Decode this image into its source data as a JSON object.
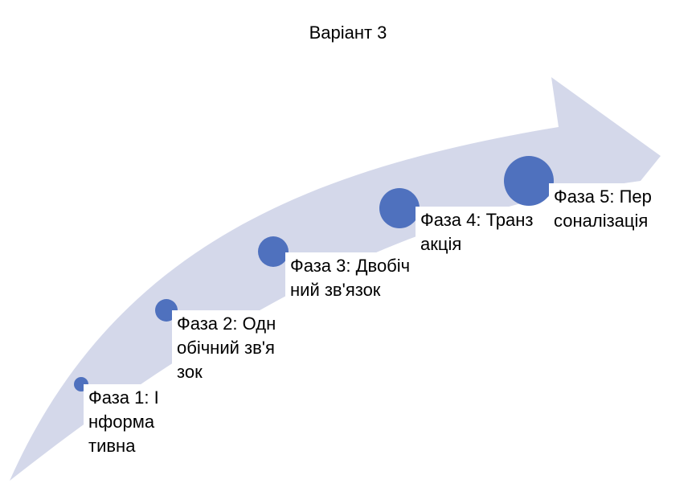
{
  "diagram": {
    "title": "Варіант 3",
    "colors": {
      "arrow": "#d4d8ea",
      "dot": "#4f71be",
      "text": "#000000",
      "label_background": "#ffffff"
    },
    "phases": [
      {
        "label": "Фаза 1: Інформативна"
      },
      {
        "label": "Фаза 2: Однобічний зв'язок"
      },
      {
        "label": "Фаза 3: Двобічний зв'язок"
      },
      {
        "label": "Фаза 4: Транзакція"
      },
      {
        "label": "Фаза 5: Персоналізація"
      }
    ]
  }
}
